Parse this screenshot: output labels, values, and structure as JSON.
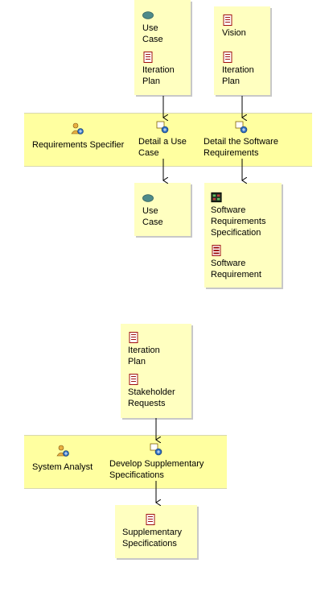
{
  "diagram1": {
    "input_use_case": {
      "doc1": "Use Case",
      "doc2": "Iteration Plan"
    },
    "input_vision": {
      "doc1": "Vision",
      "doc2": "Iteration Plan"
    },
    "role": "Requirements Specifier",
    "task1": "Detail a Use Case",
    "task2": "Detail the Software Requirements",
    "output_use_case": {
      "doc1": "Use Case"
    },
    "output_srs": {
      "doc1": "Software Requirements Specification",
      "doc2": "Software Requirement"
    }
  },
  "diagram2": {
    "inputs": {
      "doc1": "Iteration Plan",
      "doc2": "Stakeholder Requests"
    },
    "role": "System Analyst",
    "task": "Develop Supplementary Specifications",
    "outputs": {
      "doc1": "Supplementary Specifications"
    }
  },
  "colors": {
    "band": "#ffffa0",
    "box": "#ffffc0",
    "doc_red": "#a01010",
    "use_case_teal": "#4e8a8a"
  }
}
